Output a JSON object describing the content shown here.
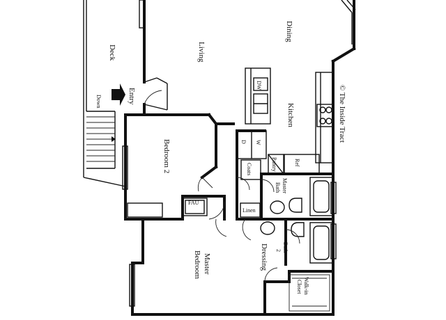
{
  "rooms": {
    "deck": "Deck",
    "living": "Living",
    "dining": "Dining",
    "kitchen": "Kitchen",
    "entry": "Entry",
    "down": "Down",
    "bedroom2": "Bedroom 2",
    "dw": "DW",
    "w": "W",
    "d": "D",
    "coats": "Coats",
    "pantry": "Pantry",
    "ref": "Ref",
    "master_bath_1": "Master",
    "master_bath_2": "Bath",
    "fau": "FAU",
    "linen": "Linen",
    "master_bedroom_1": "Master",
    "master_bedroom_2": "Bedroom",
    "bath2_1": "Bath",
    "bath2_2": "2",
    "dressing": "Dressing",
    "walkin_1": "Walk-in",
    "walkin_2": "Closet"
  },
  "copyright": "© The Inside Tract"
}
